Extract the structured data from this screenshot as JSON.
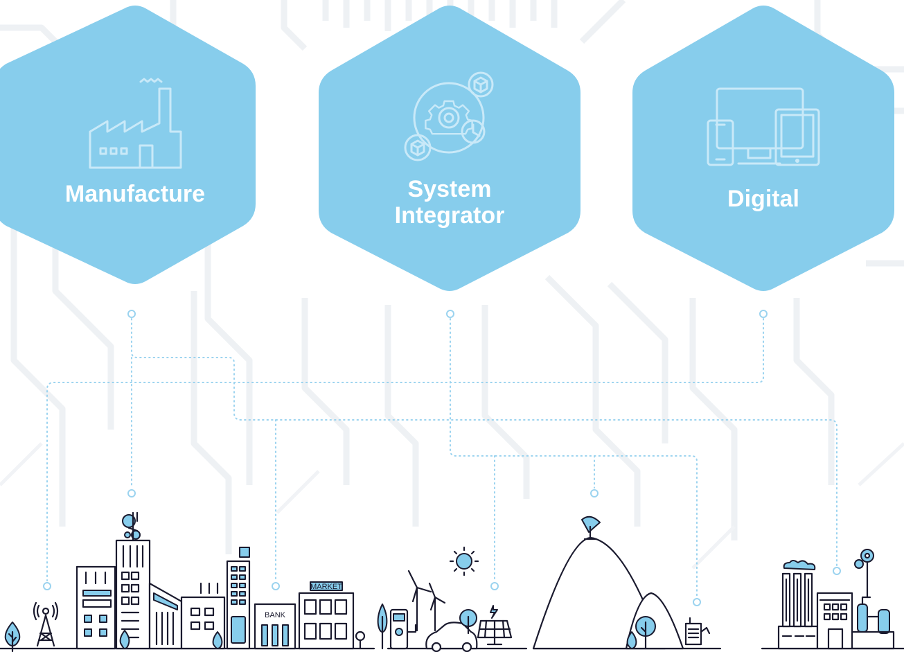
{
  "hexagons": [
    {
      "id": "manufacture",
      "title": "Manufacture",
      "icon": "factory-icon"
    },
    {
      "id": "system-integrator",
      "title_line1": "System",
      "title_line2": "Integrator",
      "icon": "gears-cubes-icon"
    },
    {
      "id": "digital",
      "title": "Digital",
      "icon": "devices-icon"
    }
  ],
  "scene_labels": {
    "bank": "BANK",
    "market": "MARKET"
  },
  "colors": {
    "hex_fill": "#87cdec",
    "accent_light": "#9bd3ef",
    "ink": "#1a1a2e",
    "background_circuit": "#eef1f4"
  }
}
